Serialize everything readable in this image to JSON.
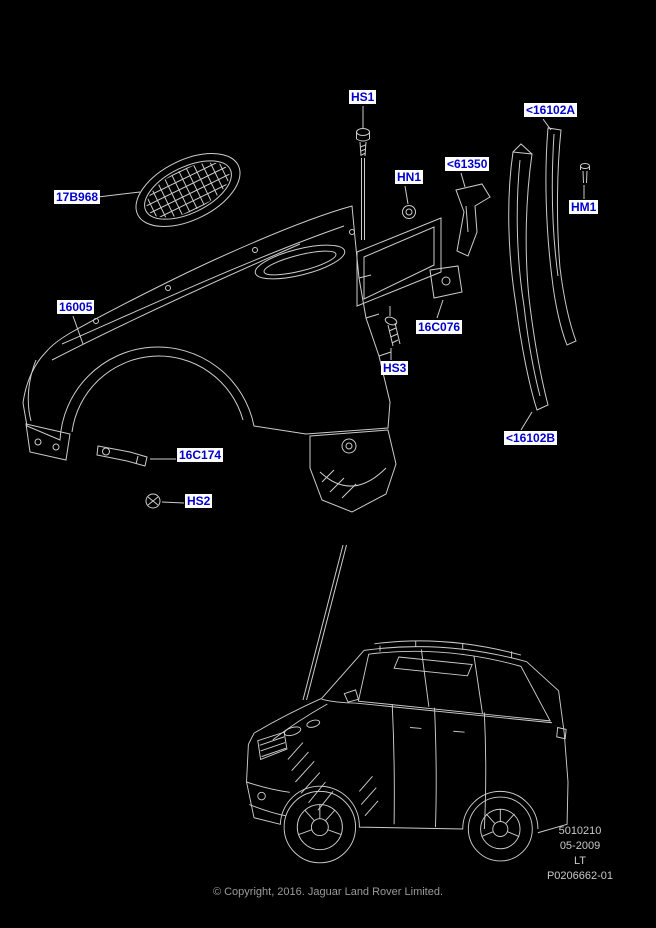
{
  "page": {
    "background_color": "#000000",
    "artwork_color": "#cccccc",
    "label_text_color": "#0000cc",
    "label_bg_color": "#ffffff"
  },
  "labels": [
    {
      "text": "HS1"
    },
    {
      "text": "<16102A"
    },
    {
      "text": "HN1"
    },
    {
      "text": "<61350"
    },
    {
      "text": "HM1"
    },
    {
      "text": "17B968"
    },
    {
      "text": "16005"
    },
    {
      "text": "16C076"
    },
    {
      "text": "HS3"
    },
    {
      "text": "<16102B"
    },
    {
      "text": "16C174"
    },
    {
      "text": "HS2"
    }
  ],
  "footer": {
    "plate_number": "5010210",
    "date": "05-2009",
    "code": "LT",
    "drawing_number": "P0206662-01",
    "copyright": "© Copyright, 2016. Jaguar Land Rover Limited."
  }
}
